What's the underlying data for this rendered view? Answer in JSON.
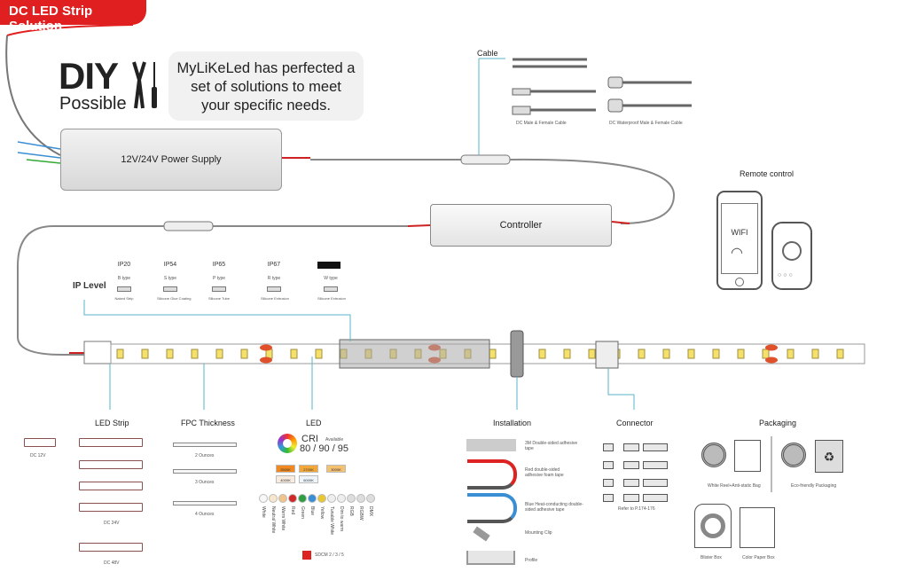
{
  "banner": {
    "title": "DC LED Strip Solution",
    "color": "#e02020"
  },
  "intro": {
    "diy": "DIY",
    "possible": "Possible",
    "message_lines": [
      "MyLiKeLed has perfected a",
      "set of solutions to meet",
      "your specific needs."
    ]
  },
  "power_supply": {
    "label": "12V/24V Power Supply"
  },
  "controller": {
    "label": "Controller"
  },
  "cable": {
    "title": "Cable",
    "items": [
      "DC Male & Female Cable",
      "DC Waterproof Male & Female Cable"
    ]
  },
  "remote": {
    "title": "Remote control",
    "phone_label": "WIFI"
  },
  "ip": {
    "title": "IP Level",
    "levels": [
      {
        "ip": "IP20",
        "type": "B type",
        "desc": "Naked Strip"
      },
      {
        "ip": "IP54",
        "type": "S type",
        "desc": "Silicone Glue Coating"
      },
      {
        "ip": "IP65",
        "type": "P type",
        "desc": "Silicone Tube"
      },
      {
        "ip": "IP67",
        "type": "R type",
        "desc": "Silicone Extrusion"
      },
      {
        "ip": "",
        "type": "W type",
        "desc": "Silicone Extrusion"
      }
    ]
  },
  "sections": {
    "led_strip": {
      "title": "LED Strip",
      "labels": [
        "DC 12V",
        "DC 24V",
        "DC 48V"
      ]
    },
    "fpc": {
      "title": "FPC Thickness",
      "labels": [
        "2 Ounces",
        "3 Ounces",
        "4 Ounces"
      ]
    },
    "led": {
      "title": "LED",
      "cri": "CRI",
      "available": "Available",
      "cri_values": "80 / 90 / 95",
      "cct": [
        "2500K",
        "2700K",
        "3000K",
        "4000K",
        "6000K"
      ],
      "colors": [
        {
          "name": "White",
          "hex": "#f7f7f7"
        },
        {
          "name": "Neutral White",
          "hex": "#f6e6cc"
        },
        {
          "name": "Warm White",
          "hex": "#f0c48a"
        },
        {
          "name": "Red",
          "hex": "#d02828"
        },
        {
          "name": "Green",
          "hex": "#2e9e42"
        },
        {
          "name": "Blue",
          "hex": "#3a8fd4"
        },
        {
          "name": "Yellow",
          "hex": "#e8c830"
        },
        {
          "name": "Tunable White",
          "hex": "#eeeeee"
        },
        {
          "name": "Dim to warm",
          "hex": "#eeeeee"
        },
        {
          "name": "RGB",
          "hex": "#dddddd"
        },
        {
          "name": "RGBW",
          "hex": "#dddddd"
        },
        {
          "name": "DMX",
          "hex": "#dddddd"
        }
      ],
      "sdcm": "SDCM 2 / 3 / 5"
    },
    "installation": {
      "title": "Installation",
      "items": [
        "3M Double-sided adhesive tape",
        "Red double-sided adhesive foam tape",
        "Blue Heat-conducting double-sided adhesive tape",
        "Mounting Clip",
        "Profile"
      ]
    },
    "connector": {
      "title": "Connector",
      "note": "Refer to P.174-176"
    },
    "packaging": {
      "title": "Packaging",
      "items": [
        "White Reel+Anti-static Bag",
        "Eco-friendly Packaging",
        "Blister Box",
        "Color Paper Box"
      ]
    }
  }
}
